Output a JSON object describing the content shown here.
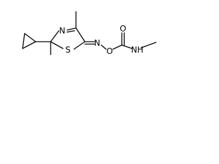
{
  "molecule": {
    "atoms": {
      "ring_n": "N",
      "ring_s": "S",
      "oxime_n": "N",
      "oxime_o": "O",
      "carbonyl_o": "O",
      "amide_nh": "NH"
    }
  }
}
